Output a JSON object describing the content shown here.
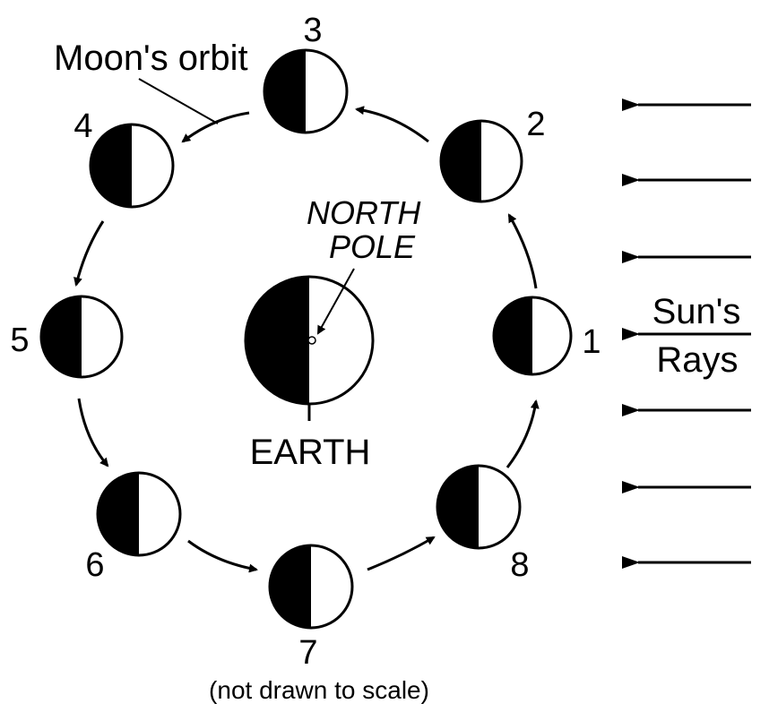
{
  "diagram": {
    "orbit_label": "Moon's orbit",
    "north_pole_line1": "NORTH",
    "north_pole_line2": "POLE",
    "earth_label": "EARTH",
    "sun_rays_line1": "Sun's",
    "sun_rays_line2": "Rays",
    "note": "(not drawn to scale)",
    "moon_positions": [
      "1",
      "2",
      "3",
      "4",
      "5",
      "6",
      "7",
      "8"
    ]
  }
}
